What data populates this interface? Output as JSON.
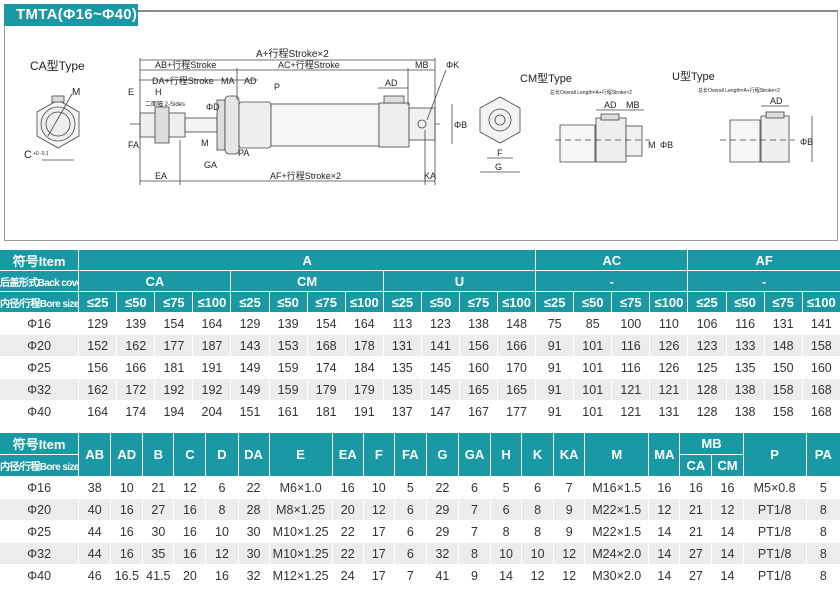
{
  "title": "TMTA(Φ16~Φ40)",
  "diagram": {
    "labels": {
      "ca_type": "CA型Type",
      "cm_type": "CM型Type",
      "u_type": "U型Type",
      "m": "M",
      "c": "C",
      "c_tol": "+0 -0.1",
      "a_stroke": "A+行程Stroke×2",
      "ab_stroke": "AB+行程Stroke",
      "ac_stroke": "AC+行程Stroke",
      "mb": "MB",
      "phi_k": "ΦK",
      "da_stroke": "DA+行程Stroke",
      "ma": "MA",
      "ad": "AD",
      "p": "P",
      "e": "E",
      "h": "H",
      "two_sides": "二面幅 2-Sides",
      "phi_d": "ΦD",
      "phi_b": "ΦB",
      "fa": "FA",
      "pa": "PA",
      "ga": "GA",
      "ea": "EA",
      "af_stroke": "AF+行程Stroke×2",
      "ka": "KA",
      "f": "F",
      "g": "G",
      "overall": "总长Overall Length=A+行程Stroke×2"
    }
  },
  "table1": {
    "item_label": "符号Item",
    "back_cover_label": "后盖形式Back coverl",
    "bore_label": "内径/行程Bore size/stroke",
    "groups": [
      {
        "name": "A",
        "sub": [
          {
            "name": "CA"
          },
          {
            "name": "CM"
          },
          {
            "name": "U"
          }
        ]
      },
      {
        "name": "AC",
        "sub": [
          {
            "name": "-"
          }
        ]
      },
      {
        "name": "AF",
        "sub": [
          {
            "name": "-"
          }
        ]
      }
    ],
    "strokes": [
      "≤25",
      "≤50",
      "≤75",
      "≤100"
    ],
    "rows": [
      {
        "bore": "Φ16",
        "values": [
          "129",
          "139",
          "154",
          "164",
          "129",
          "139",
          "154",
          "164",
          "113",
          "123",
          "138",
          "148",
          "75",
          "85",
          "100",
          "110",
          "106",
          "116",
          "131",
          "141"
        ]
      },
      {
        "bore": "Φ20",
        "values": [
          "152",
          "162",
          "177",
          "187",
          "143",
          "153",
          "168",
          "178",
          "131",
          "141",
          "156",
          "166",
          "91",
          "101",
          "116",
          "126",
          "123",
          "133",
          "148",
          "158"
        ]
      },
      {
        "bore": "Φ25",
        "values": [
          "156",
          "166",
          "181",
          "191",
          "149",
          "159",
          "174",
          "184",
          "135",
          "145",
          "160",
          "170",
          "91",
          "101",
          "116",
          "126",
          "125",
          "135",
          "150",
          "160"
        ]
      },
      {
        "bore": "Φ32",
        "values": [
          "162",
          "172",
          "192",
          "192",
          "149",
          "159",
          "179",
          "179",
          "135",
          "145",
          "165",
          "165",
          "91",
          "101",
          "121",
          "121",
          "128",
          "138",
          "158",
          "168"
        ]
      },
      {
        "bore": "Φ40",
        "values": [
          "164",
          "174",
          "194",
          "204",
          "151",
          "161",
          "181",
          "191",
          "137",
          "147",
          "167",
          "177",
          "91",
          "101",
          "121",
          "131",
          "128",
          "138",
          "158",
          "168"
        ]
      }
    ]
  },
  "table2": {
    "item_label": "符号Item",
    "bore_label": "内径/行程Bore size/stroke",
    "columns": [
      "AB",
      "AD",
      "B",
      "C",
      "D",
      "DA",
      "E",
      "EA",
      "F",
      "FA",
      "G",
      "GA",
      "H",
      "K",
      "KA",
      "M",
      "MA",
      "MB",
      "P",
      "PA"
    ],
    "mb_sub": [
      "CA",
      "CM"
    ],
    "rows": [
      {
        "bore": "Φ16",
        "values": [
          "38",
          "10",
          "21",
          "12",
          "6",
          "22",
          "M6×1.0",
          "16",
          "10",
          "5",
          "22",
          "6",
          "5",
          "6",
          "7",
          "M16×1.5",
          "16",
          "16",
          "16",
          "M5×0.8",
          "5"
        ]
      },
      {
        "bore": "Φ20",
        "values": [
          "40",
          "16",
          "27",
          "16",
          "8",
          "28",
          "M8×1.25",
          "20",
          "12",
          "6",
          "29",
          "7",
          "6",
          "8",
          "9",
          "M22×1.5",
          "12",
          "21",
          "12",
          "PT1/8",
          "8"
        ]
      },
      {
        "bore": "Φ25",
        "values": [
          "44",
          "16",
          "30",
          "16",
          "10",
          "30",
          "M10×1.25",
          "22",
          "17",
          "6",
          "29",
          "7",
          "8",
          "8",
          "9",
          "M22×1.5",
          "14",
          "21",
          "14",
          "PT1/8",
          "8"
        ]
      },
      {
        "bore": "Φ32",
        "values": [
          "44",
          "16",
          "35",
          "16",
          "12",
          "30",
          "M10×1.25",
          "22",
          "17",
          "6",
          "32",
          "8",
          "10",
          "10",
          "12",
          "M24×2.0",
          "14",
          "27",
          "14",
          "PT1/8",
          "8"
        ]
      },
      {
        "bore": "Φ40",
        "values": [
          "46",
          "16.5",
          "41.5",
          "20",
          "16",
          "32",
          "M12×1.25",
          "24",
          "17",
          "7",
          "41",
          "9",
          "14",
          "12",
          "12",
          "M30×2.0",
          "14",
          "27",
          "14",
          "PT1/8",
          "8"
        ]
      }
    ]
  }
}
